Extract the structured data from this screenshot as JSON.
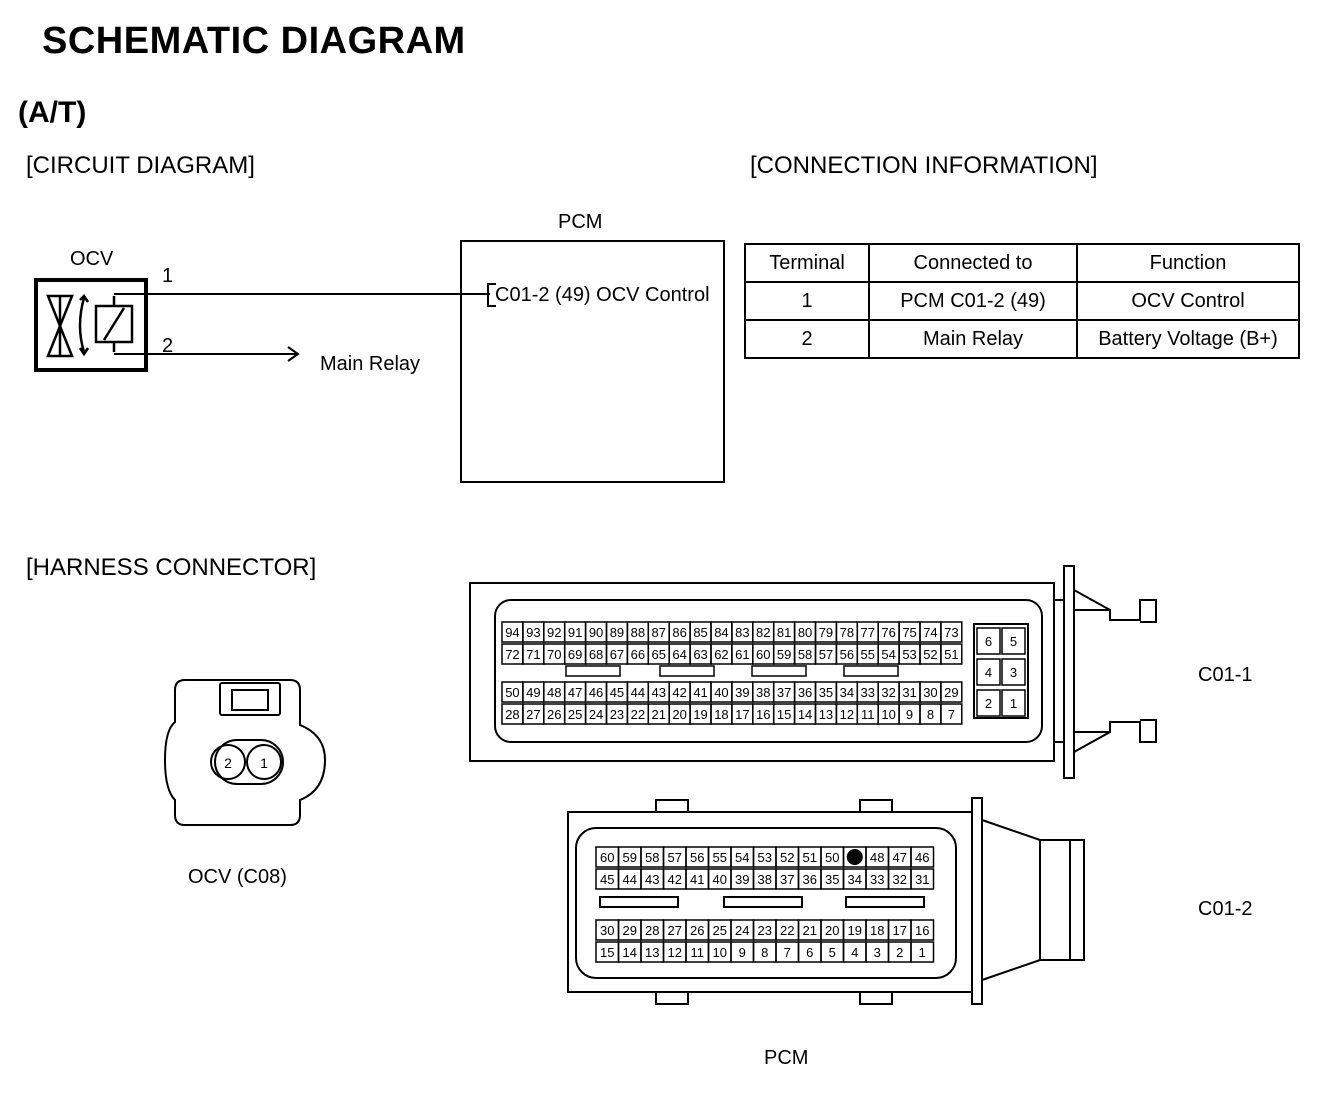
{
  "title": "SCHEMATIC DIAGRAM",
  "subtitle": "(A/T)",
  "sections": {
    "circuit": "[CIRCUIT DIAGRAM]",
    "connection": "[CONNECTION INFORMATION]",
    "harness": "[HARNESS CONNECTOR]"
  },
  "circuit": {
    "ocv_label": "OCV",
    "pin1": "1",
    "pin2": "2",
    "main_relay": "Main Relay",
    "pcm_label": "PCM",
    "pcm_terminal": "C01-2 (49) OCV Control"
  },
  "connection_table": {
    "headers": [
      "Terminal",
      "Connected to",
      "Function"
    ],
    "rows": [
      [
        "1",
        "PCM C01-2 (49)",
        "OCV Control"
      ],
      [
        "2",
        "Main Relay",
        "Battery Voltage (B+)"
      ]
    ]
  },
  "harness": {
    "ocv_connector_label": "OCV (C08)",
    "ocv_pins": [
      "2",
      "1"
    ],
    "c011_label": "C01-1",
    "c012_label": "C01-2",
    "pcm_label": "PCM",
    "c011": {
      "row1": [
        "94",
        "93",
        "92",
        "91",
        "90",
        "89",
        "88",
        "87",
        "86",
        "85",
        "84",
        "83",
        "82",
        "81",
        "80",
        "79",
        "78",
        "77",
        "76",
        "75",
        "74",
        "73"
      ],
      "row2": [
        "72",
        "71",
        "70",
        "69",
        "68",
        "67",
        "66",
        "65",
        "64",
        "63",
        "62",
        "61",
        "60",
        "59",
        "58",
        "57",
        "56",
        "55",
        "54",
        "53",
        "52",
        "51"
      ],
      "row3": [
        "50",
        "49",
        "48",
        "47",
        "46",
        "45",
        "44",
        "43",
        "42",
        "41",
        "40",
        "39",
        "38",
        "37",
        "36",
        "35",
        "34",
        "33",
        "32",
        "31",
        "30",
        "29"
      ],
      "row4": [
        "28",
        "27",
        "26",
        "25",
        "24",
        "23",
        "22",
        "21",
        "20",
        "19",
        "18",
        "17",
        "16",
        "15",
        "14",
        "13",
        "12",
        "11",
        "10",
        "9",
        "8",
        "7"
      ],
      "small": [
        [
          "6",
          "5"
        ],
        [
          "4",
          "3"
        ],
        [
          "2",
          "1"
        ]
      ]
    },
    "c012": {
      "row1": [
        "60",
        "59",
        "58",
        "57",
        "56",
        "55",
        "54",
        "53",
        "52",
        "51",
        "50",
        "",
        "48",
        "47",
        "46"
      ],
      "row2": [
        "45",
        "44",
        "43",
        "42",
        "41",
        "40",
        "39",
        "38",
        "37",
        "36",
        "35",
        "34",
        "33",
        "32",
        "31"
      ],
      "row3": [
        "30",
        "29",
        "28",
        "27",
        "26",
        "25",
        "24",
        "23",
        "22",
        "21",
        "20",
        "19",
        "18",
        "17",
        "16"
      ],
      "row4": [
        "15",
        "14",
        "13",
        "12",
        "11",
        "10",
        "9",
        "8",
        "7",
        "6",
        "5",
        "4",
        "3",
        "2",
        "1"
      ]
    }
  }
}
